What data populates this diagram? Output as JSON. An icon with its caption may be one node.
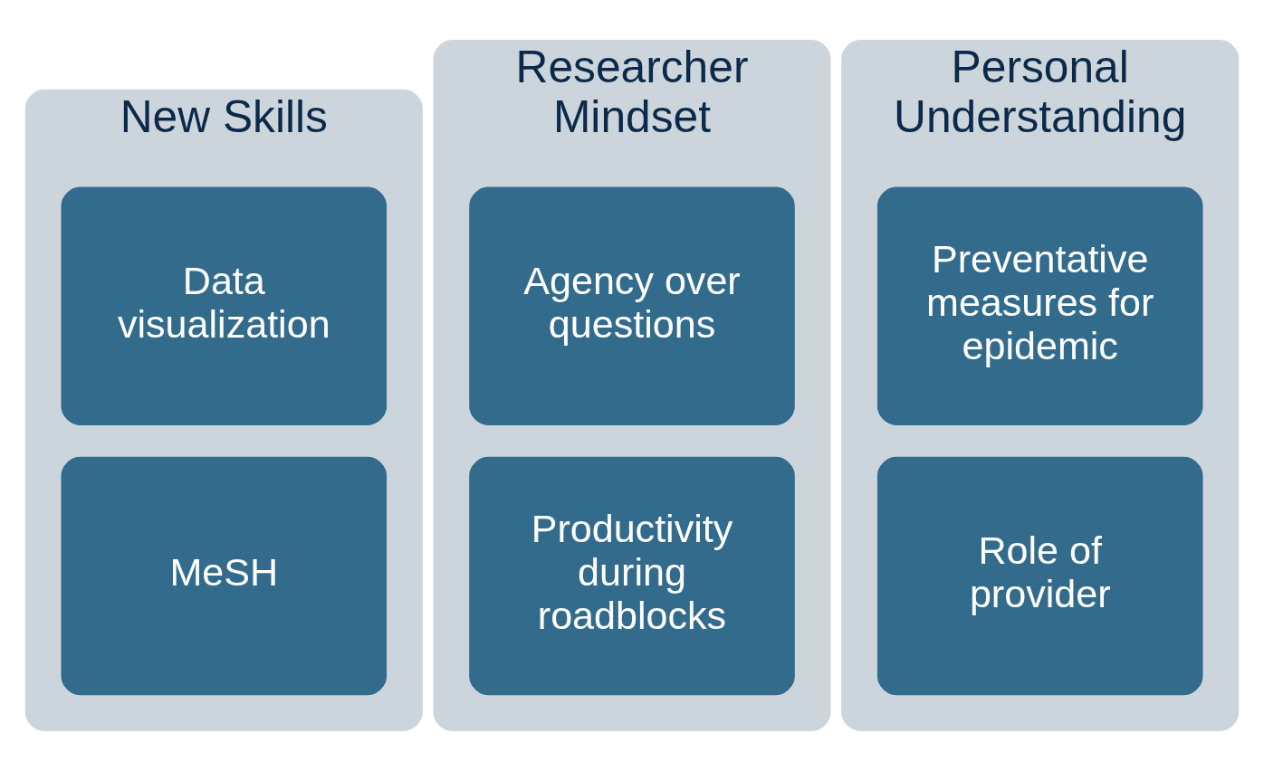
{
  "diagram": {
    "nodes": [
      {
        "text": [
          "New Skills"
        ]
      },
      {
        "text": [
          "Data visualization"
        ],
        "in": 0
      },
      {
        "text": [
          "MeSH"
        ],
        "in": 0
      },
      {
        "text": [
          "Researcher Mindset"
        ]
      },
      {
        "text": [
          "Agency over questions"
        ],
        "in": 3
      },
      {
        "text": [
          "Productivity during roadblocks"
        ],
        "in": 3
      },
      {
        "text": [
          "Personal Understanding"
        ]
      },
      {
        "text": [
          "Preventative measures for epidemic"
        ],
        "in": 6
      },
      {
        "text": [
          "Role of provider"
        ],
        "in": 6
      }
    ],
    "edges": []
  }
}
